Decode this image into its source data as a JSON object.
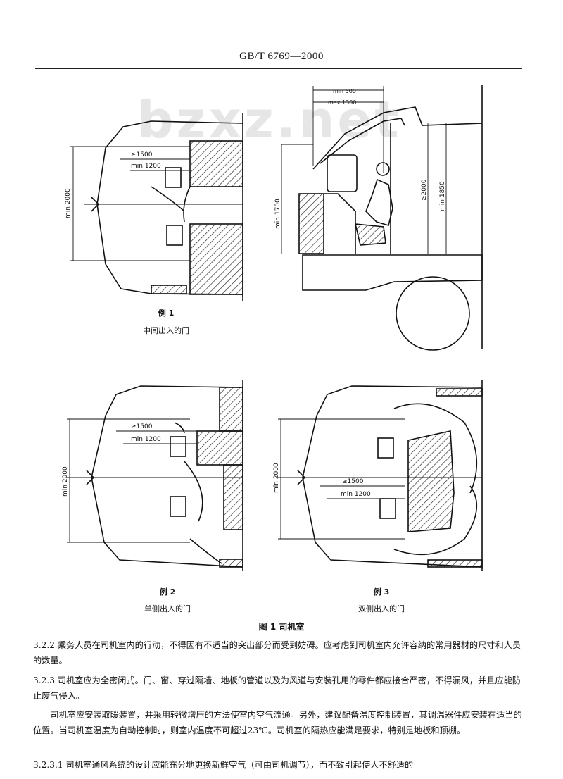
{
  "header": {
    "standard": "GB/T 6769—2000"
  },
  "watermark": "bzxz.net",
  "figures": {
    "ex1": {
      "example": "例 1",
      "caption": "中间出入的门",
      "dim_width": "≥1500",
      "dim_min_width": "min 1200",
      "dim_vertical": "min 2000"
    },
    "side": {
      "dim_min_reach": "min 500",
      "dim_max_reach": "max 1300",
      "dim_height_left": "min 1700",
      "dim_height_mid": "≥2000",
      "dim_height_right": "min 1850"
    },
    "ex2": {
      "example": "例 2",
      "caption": "单侧出入的门",
      "dim_width": "≥1500",
      "dim_min_width": "min 1200",
      "dim_vertical": "min 2000"
    },
    "ex3": {
      "example": "例 3",
      "caption": "双侧出入的门",
      "dim_width": "≥1500",
      "dim_min_width": "min 1200",
      "dim_vertical": "min 2000"
    },
    "figure_title": "图 1   司机室"
  },
  "paragraphs": [
    "3.2.2  乘务人员在司机室内的行动，不得因有不适当的突出部分而受到妨碍。应考虑到司机室内允许容纳的常用器材的尺寸和人员的数量。",
    "3.2.3  司机室应为全密闭式。门、窗、穿过隔墙、地板的管道以及为风道与安装孔用的零件都应接合严密，不得漏风，并且应能防止废气侵入。",
    "司机室应安装取暖装置，并采用轻微增压的方法使室内空气流通。另外，建议配备温度控制装置，其调温器件应安装在适当的位置。当司机室温度为自动控制时，则室内温度不可超过23℃。司机室的隔热应能满足要求，特别是地板和顶棚。",
    "3.2.3.1  司机室通风系统的设计应能充分地更换新鲜空气（可由司机调节），而不致引起使人不舒适的"
  ]
}
